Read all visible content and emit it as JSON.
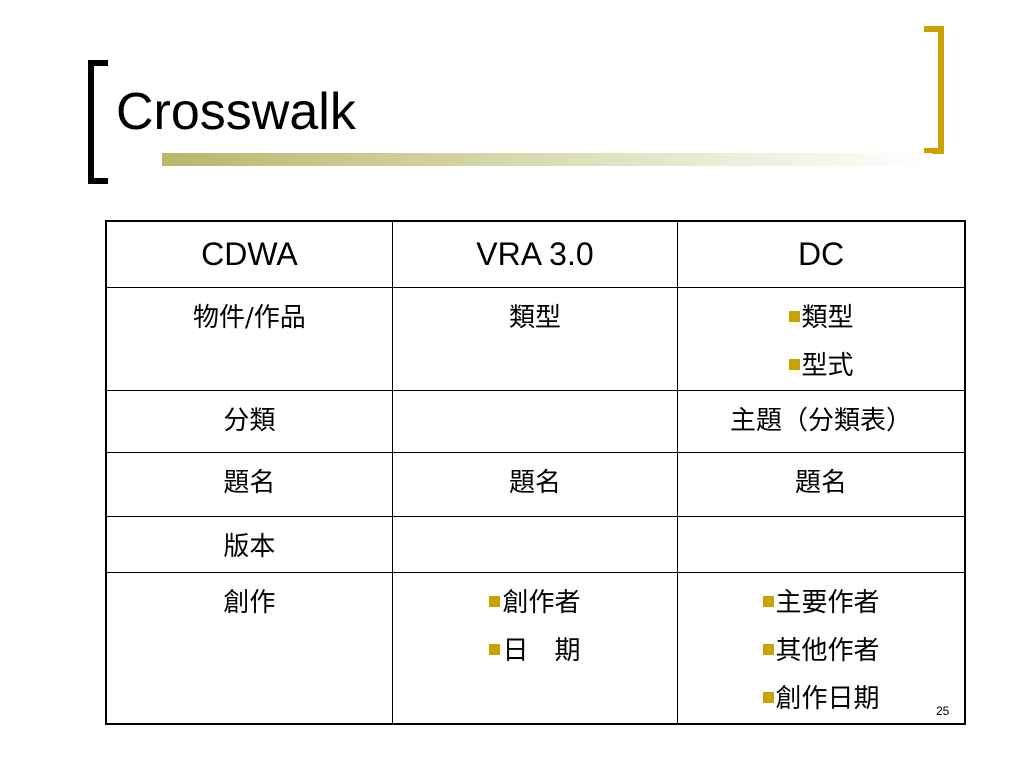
{
  "slide": {
    "title": "Crosswalk",
    "page_number": "25",
    "accent_color": "#c9a100",
    "bullet_icon": "square-bullet"
  },
  "table": {
    "headers": [
      "CDWA",
      "VRA 3.0",
      "DC"
    ],
    "rows": [
      {
        "cdwa": [
          "物件/作品"
        ],
        "vra": [
          "類型"
        ],
        "dc": [
          "類型",
          "型式"
        ]
      },
      {
        "cdwa": [
          "分類"
        ],
        "vra": [],
        "dc": [
          "主題（分類表）"
        ]
      },
      {
        "cdwa": [
          "題名"
        ],
        "vra": [
          "題名"
        ],
        "dc": [
          "題名"
        ]
      },
      {
        "cdwa": [
          "版本"
        ],
        "vra": [],
        "dc": []
      },
      {
        "cdwa": [
          "創作"
        ],
        "vra": [
          "創作者",
          "日　期"
        ],
        "dc": [
          "主要作者",
          "其他作者",
          "創作日期"
        ]
      }
    ]
  }
}
